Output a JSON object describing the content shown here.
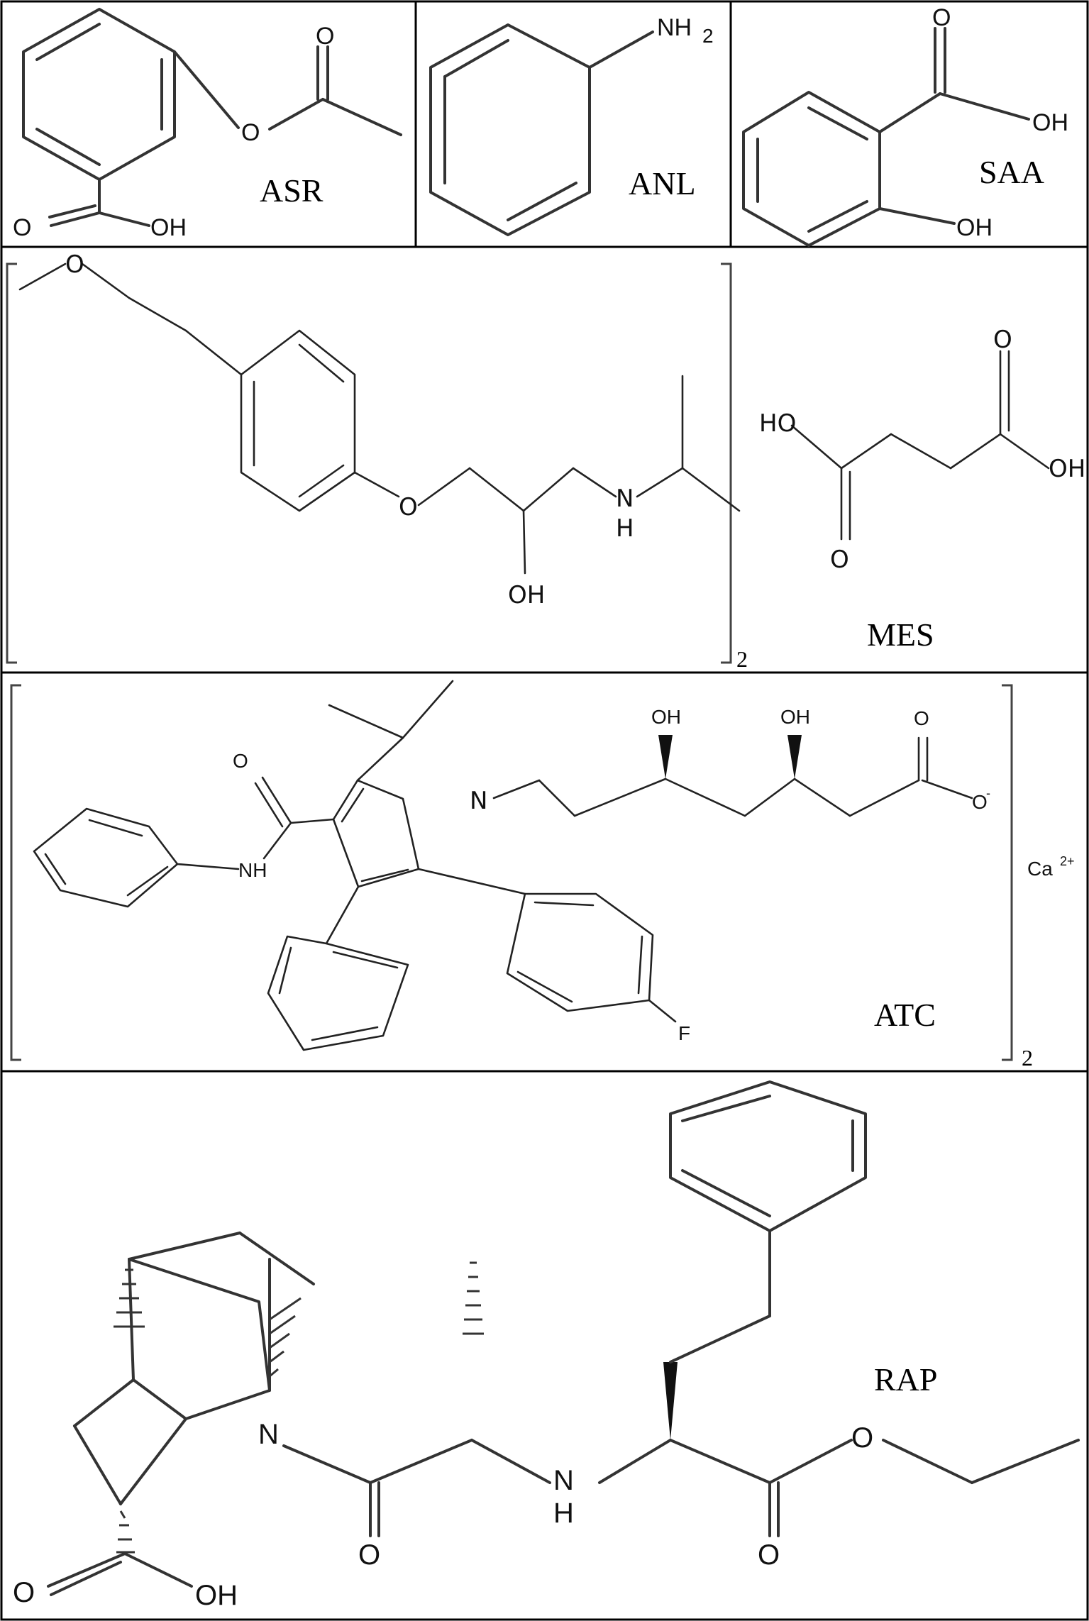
{
  "asr": {
    "label": "ASR",
    "atom_o1": "O",
    "atom_o2": "O",
    "atom_o3": "O",
    "atom_oh": "OH"
  },
  "anl": {
    "label": "ANL",
    "atom_n": "NH",
    "atom_n_sub": "2"
  },
  "saa": {
    "label": "SAA",
    "atom_o": "O",
    "atom_oh1": "OH",
    "atom_oh2": "OH"
  },
  "metoprolol": {
    "atom_o_ether": "O",
    "atom_o_phenoxy": "O",
    "atom_oh": "OH",
    "atom_n": "N",
    "atom_h": "H",
    "subscript": "2"
  },
  "mes": {
    "label": "MES",
    "atom_oh_left": "HO",
    "atom_o_bottom": "O",
    "atom_o_top": "O",
    "atom_oh_right": "OH"
  },
  "atc": {
    "label": "ATC",
    "atom_o_amide": "O",
    "atom_nh": "NH",
    "atom_n": "N",
    "atom_oh1": "OH",
    "atom_oh2": "OH",
    "atom_o_carbonyl": "O",
    "atom_o_minus": "O",
    "charge_minus": "-",
    "atom_f": "F",
    "calcium": "Ca",
    "calcium_charge": "2+",
    "subscript": "2"
  },
  "rap": {
    "label": "RAP",
    "atom_n_ring": "N",
    "atom_n": "N",
    "atom_h": "H",
    "atom_o_amide": "O",
    "atom_o_ester_carbonyl": "O",
    "atom_o_ester": "O",
    "atom_o_acid": "O",
    "atom_oh": "OH"
  }
}
